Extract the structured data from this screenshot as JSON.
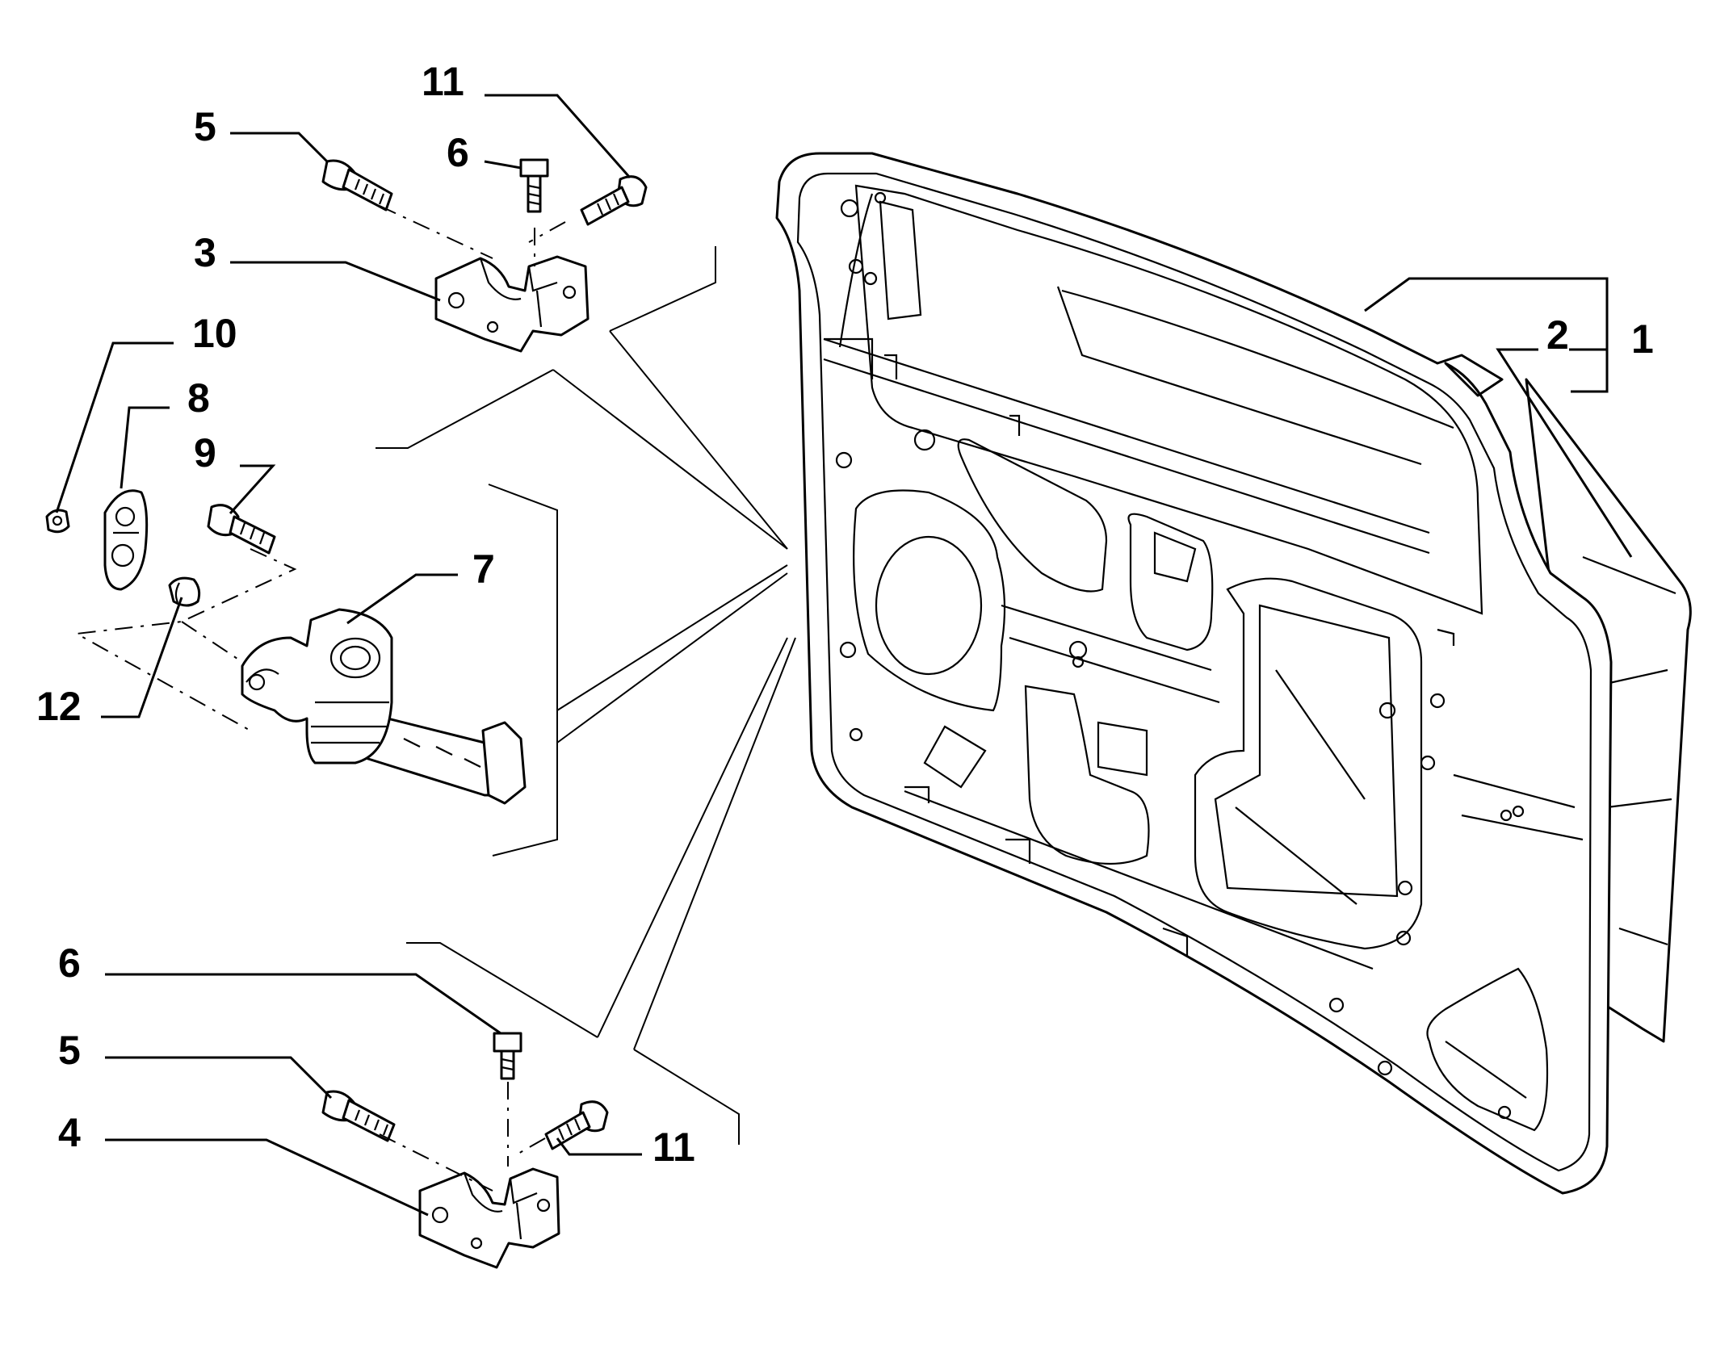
{
  "callouts": {
    "c1": "1",
    "c2": "2",
    "c3": "3",
    "c4": "4",
    "c5_top": "5",
    "c5_bottom": "5",
    "c6_top": "6",
    "c6_bottom": "6",
    "c7": "7",
    "c8": "8",
    "c9": "9",
    "c10": "10",
    "c11_top": "11",
    "c11_bottom": "11",
    "c12": "12"
  },
  "colors": {
    "ink": "#000000",
    "paper": "#ffffff"
  }
}
